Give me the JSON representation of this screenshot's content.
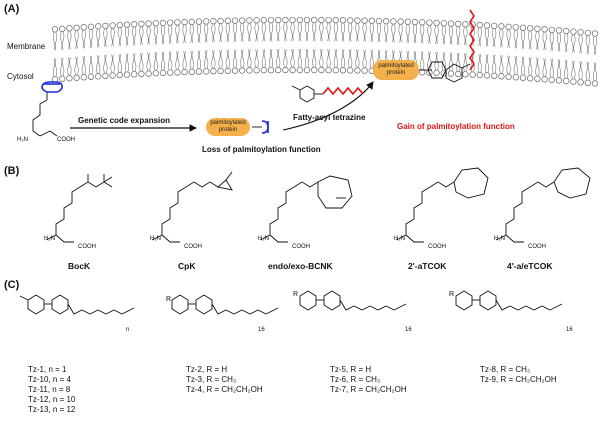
{
  "panels": {
    "a": "(A)",
    "b": "(B)",
    "c": "(C)"
  },
  "panel_a": {
    "membrane": "Membrane",
    "cytosol": "Cytosol",
    "tetrazine_label": "Fatty-acyl tetrazine",
    "genetic_code": "Genetic code expansion",
    "loss": "Loss of palmitoylation function",
    "gain": "Gain of palmitoylation function",
    "protein_label_1": "palmitoylated",
    "protein_label_2": "protein",
    "nh2": "H₂N",
    "cooh": "COOH",
    "colors": {
      "gain": "#e01414",
      "lipid_tail": "#e01414",
      "protein": "#f4b04a",
      "tag": "#1f2fd6"
    }
  },
  "panel_b": {
    "compounds": [
      "BocK",
      "CpK",
      "endo/exo-BCNK",
      "2'-aTCOK",
      "4'-a/eTCOK"
    ],
    "h2n": "H₂N",
    "cooh": "COOH"
  },
  "panel_c": {
    "group1": [
      "Tz-1, n = 1",
      "Tz-10, n = 4",
      "Tz-11, n = 8",
      "Tz-12, n = 10",
      "Tz-13, n = 12"
    ],
    "group2": [
      "Tz-2, R = H",
      "Tz-3, R = CH₃",
      "Tz-4, R = CH₂CH₂OH"
    ],
    "group3": [
      "Tz-5, R = H",
      "Tz-6, R = CH₃",
      "Tz-7, R = CH₂CH₂OH"
    ],
    "group4": [
      "Tz-8, R = CH₃",
      "Tz-9, R = CH₂CH₂OH"
    ],
    "sub_n": "n",
    "sub_16": "16",
    "r": "R"
  }
}
